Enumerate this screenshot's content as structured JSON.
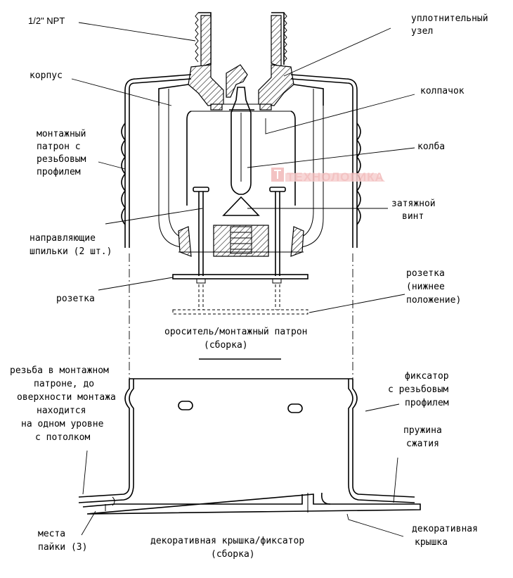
{
  "labels": {
    "npt": "1/2\" NPT",
    "seal": [
      "уплотнительный",
      "узел"
    ],
    "body": "корпус",
    "cap": "колпачок",
    "mount": [
      "монтажный",
      "патрон с",
      "резьбовым",
      "профилем"
    ],
    "bulb": "колба",
    "screw": [
      "затяжной",
      "винт"
    ],
    "pins": [
      "направляющие",
      "шпильки (2 шт.)"
    ],
    "rosette": "розетка",
    "rosette_low": [
      "розетка",
      "(нижнее",
      "положение)"
    ],
    "assembly1": [
      "ороситель/монтажный патрон",
      "(сборка)"
    ],
    "thread_note": [
      "резьба в монтажном",
      "патроне, до",
      "оверхности монтажа",
      "находится",
      "на одном уровне",
      "с потолком"
    ],
    "retainer": [
      "фиксатор",
      "с резьбовым",
      "профилем"
    ],
    "spring": [
      "пружина",
      "сжатия"
    ],
    "solder": [
      "места",
      "пайки (3)"
    ],
    "cover": [
      "декоративная",
      "крышка"
    ],
    "assembly2": [
      "декоративная крышка/фиксатор",
      "(сборка)"
    ]
  },
  "watermark": {
    "text": "ТЕХНОЛОГИКА",
    "color": "#e8a0a0"
  }
}
